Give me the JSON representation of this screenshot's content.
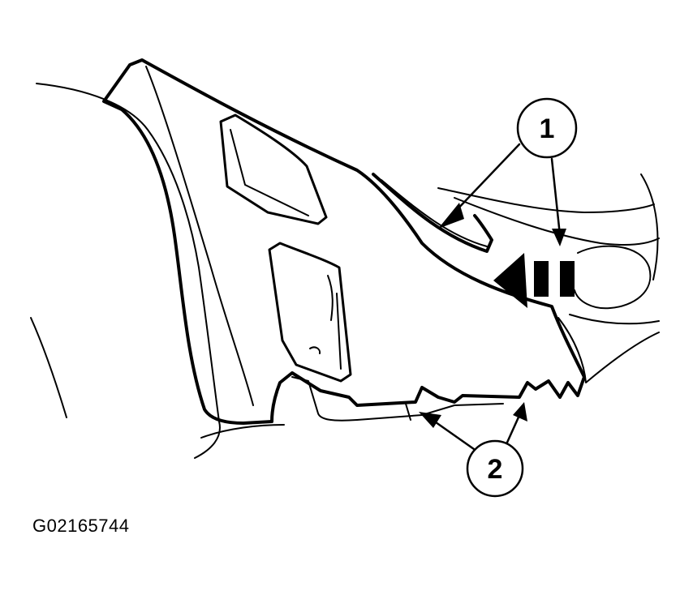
{
  "figure": {
    "id": "G02165744",
    "callouts": [
      {
        "number": "1"
      },
      {
        "number": "2"
      }
    ],
    "colors": {
      "line": "#000000",
      "background": "#ffffff"
    }
  }
}
